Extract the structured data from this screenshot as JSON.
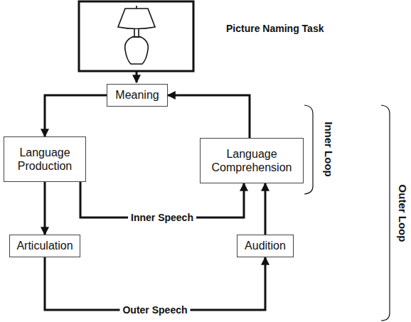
{
  "diagram": {
    "title": "Picture Naming Task",
    "nodes": [
      {
        "text": [
          "Meaning"
        ]
      },
      {
        "text": [
          "Language Production"
        ]
      },
      {
        "text": [
          "Language Comprehension"
        ]
      },
      {
        "text": [
          "Articulation"
        ]
      },
      {
        "text": [
          "Audition"
        ]
      }
    ],
    "edges": [
      {
        "from": 0,
        "to": 1,
        "arrow": "to"
      },
      {
        "from": 1,
        "to": 3,
        "arrow": "to"
      },
      {
        "from": 1,
        "to": 2,
        "label": "Inner Speech",
        "arrow": "to"
      },
      {
        "from": 3,
        "to": 4,
        "label": "Outer Speech",
        "arrow": "to"
      },
      {
        "from": 4,
        "to": 2,
        "arrow": "to"
      },
      {
        "from": 2,
        "to": 0,
        "arrow": "to"
      }
    ],
    "labels": [
      "Inner Loop",
      "Outer Loop"
    ]
  }
}
